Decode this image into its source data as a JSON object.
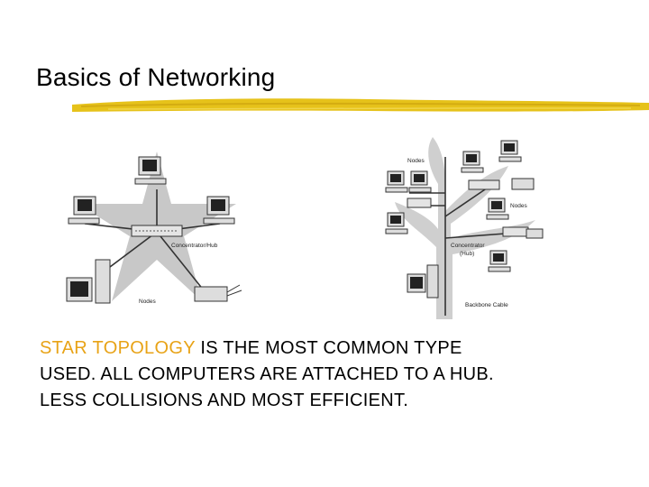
{
  "slide": {
    "title": "Basics of Networking",
    "accent_color": "#e8a317",
    "underline_color": "#e6c21a"
  },
  "star_diagram": {
    "hub_label": "Concentrator/Hub",
    "nodes_label": "Nodes"
  },
  "tree_diagram": {
    "nodes_label_top": "Nodes",
    "nodes_label_right": "Nodes",
    "hub_label_line1": "Concentrator",
    "hub_label_line2": "(Hub)",
    "backbone_label": "Backbone Cable"
  },
  "body": {
    "highlight": "STAR TOPOLOGY",
    "line1_rest": " IS THE MOST COMMON TYPE",
    "line2": "USED. ALL COMPUTERS ARE ATTACHED TO A HUB.",
    "line3": "LESS COLLISIONS AND MOST EFFICIENT."
  }
}
